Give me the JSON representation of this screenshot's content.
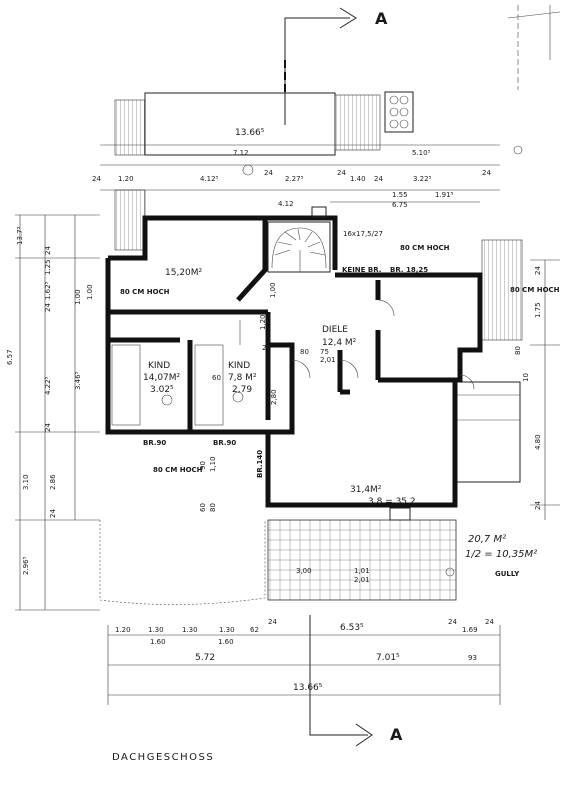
{
  "title": "DACHGESCHOSS",
  "section_marker": "A",
  "rooms": {
    "kind1": {
      "name": "KIND",
      "area": "14,07M²",
      "height": "3.02⁵"
    },
    "kind2": {
      "name": "KIND",
      "area": "7,8 M²",
      "height": "2,79",
      "number": "60"
    },
    "room_top": {
      "area": "15,20M²"
    },
    "diele": {
      "name": "DIELE",
      "area": "12,4 M²"
    },
    "room_south": {
      "area": "31,4M²",
      "calc": "3,8 = 35,2"
    },
    "terrace": {
      "area": "20,7 M²",
      "calc": "1/2 = 10,35M²"
    }
  },
  "notes": {
    "hoch_80_left": "80 CM HOCH",
    "hoch_80_top": "80 CM HOCH",
    "hoch_80_right": "80 CM HOCH",
    "hoch_80_lower": "80 CM HOCH",
    "keine_br": "KEINE BR.",
    "br_1825": "BR. 18,25",
    "br90_a": "BR.90",
    "br90_b": "BR.90",
    "br140": "BR.140",
    "stair": "16x17,5/27",
    "gully": "GULLY"
  },
  "dims_top": {
    "total": "13.66⁵",
    "a": "7.12",
    "b": "5.10⁵",
    "c1": "24",
    "c2": "1.20",
    "c3": "4.12⁵",
    "c4": "24",
    "c5": "2.27⁵",
    "c6": "24",
    "c7": "1.40",
    "c8": "24",
    "c9": "3.22⁵",
    "c10": "24",
    "d1": "1.55",
    "d2": "6.75",
    "d3": "1.91⁵",
    "small": "4.12"
  },
  "dims_bottom": {
    "a1": "1.20",
    "a2": "1.30",
    "a3": "1.30",
    "a4": "1.30",
    "a5": "62",
    "a6": "24",
    "a7": "6.53⁵",
    "a8": "24",
    "a9": "1.69",
    "a10": "24",
    "b1": "1.60",
    "b2": "1.60",
    "c1": "5.72",
    "c2": "7.01⁵",
    "c3": "93",
    "total": "13.66⁵"
  },
  "dims_left": {
    "l1": "13.7⁵",
    "l2": "1.25",
    "l3": "24",
    "l4": "1.62⁵",
    "l5": "1.00",
    "l6": "24",
    "l7": "6.57",
    "l8": "4.22⁵",
    "l9": "3.46⁵",
    "l10": "24",
    "l11": "3.10",
    "l12": "2.86",
    "l13": "24",
    "l14": "2.96⁵",
    "l15": "1.00"
  },
  "dims_right": {
    "r1": "24",
    "r2": "1.75",
    "r3": "4.80",
    "r4": "24",
    "r5": "80",
    "r6": "10"
  },
  "misc": {
    "m1": "80",
    "m2": "2,80",
    "m3": "90",
    "m4": "1,10",
    "m5": "60",
    "m6": "80",
    "m7": "3,00",
    "m8": "1,01",
    "m9": "2,01",
    "m10": "1,00",
    "m11": "1,20",
    "m12": "75",
    "m13": "2,01",
    "m14": "24"
  }
}
